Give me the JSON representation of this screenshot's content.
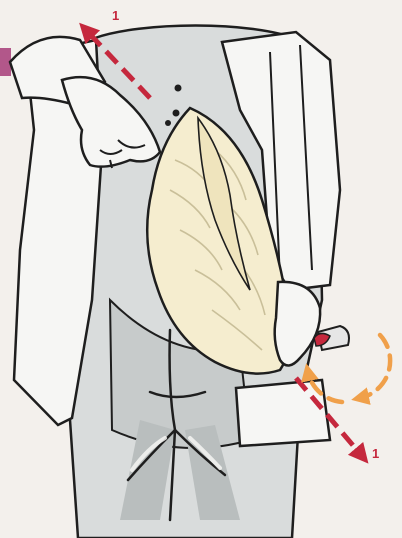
{
  "illustration": {
    "steps": [
      {
        "number": "1",
        "direction": "up-left"
      },
      {
        "number": "1",
        "direction": "down-right"
      }
    ],
    "rotation_indicator": {
      "direction": "clockwise"
    },
    "colors": {
      "arrow": "#c5283d",
      "rotation": "#f0a04a",
      "marker": "#b2578a",
      "chicken": "#f5edcf",
      "sleeve": "#f6f6f4",
      "apron": "#d9dcdc",
      "apron_shadow": "#b9bebe",
      "background": "#f3f0ec",
      "outline": "#1e1e1e"
    }
  }
}
